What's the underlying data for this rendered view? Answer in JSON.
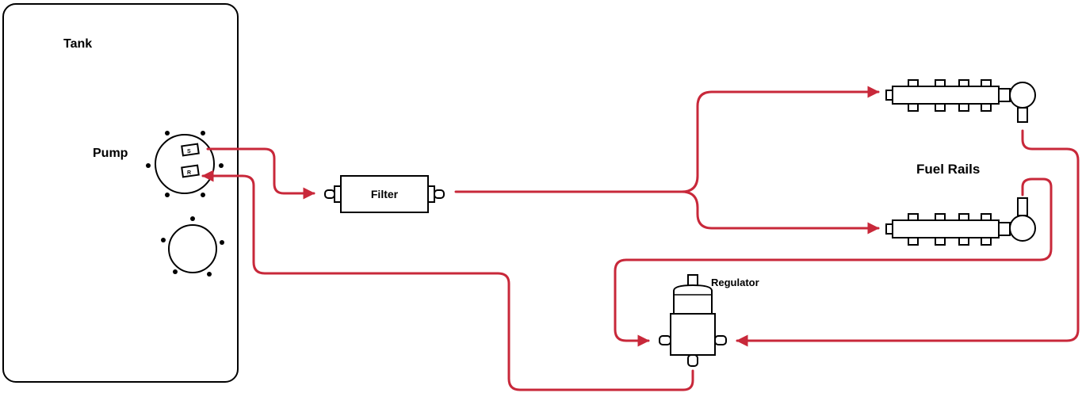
{
  "labels": {
    "tank": "Tank",
    "pump": "Pump",
    "filter": "Filter",
    "fuel_rails": "Fuel Rails",
    "regulator": "Regulator",
    "pump_port_top": "S",
    "pump_port_bottom": "R"
  },
  "colors": {
    "fuel_line": "#c8283a",
    "outline": "#000000",
    "background": "#ffffff"
  }
}
